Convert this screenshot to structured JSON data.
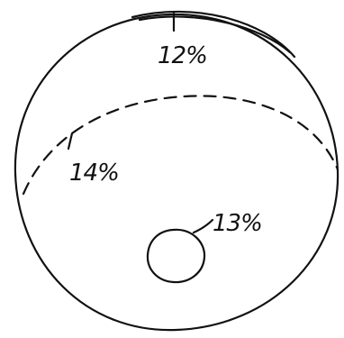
{
  "labels": {
    "top_cap": "12%",
    "middle_band": "14%",
    "small_circle": "13%"
  },
  "colors": {
    "ink": "#111111",
    "background": "#ffffff"
  }
}
